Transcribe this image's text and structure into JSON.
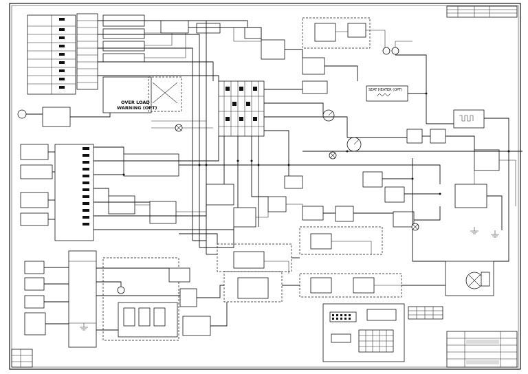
{
  "drawing": {
    "overload_label": "OVER LOAD\nWARNING (OPT)",
    "overload_line1": "OVER LOAD",
    "overload_line2": "WARNING (OPT)",
    "seat_heater_label": "SEAT HEATER (OPT)"
  },
  "colors": {
    "ink": "#111111",
    "paper": "#ffffff"
  },
  "icons": [
    "fuse-block-icon",
    "relay-icon",
    "ground-symbol-icon",
    "connector-icon",
    "motor-icon",
    "gauge-icon",
    "lamp-icon"
  ]
}
